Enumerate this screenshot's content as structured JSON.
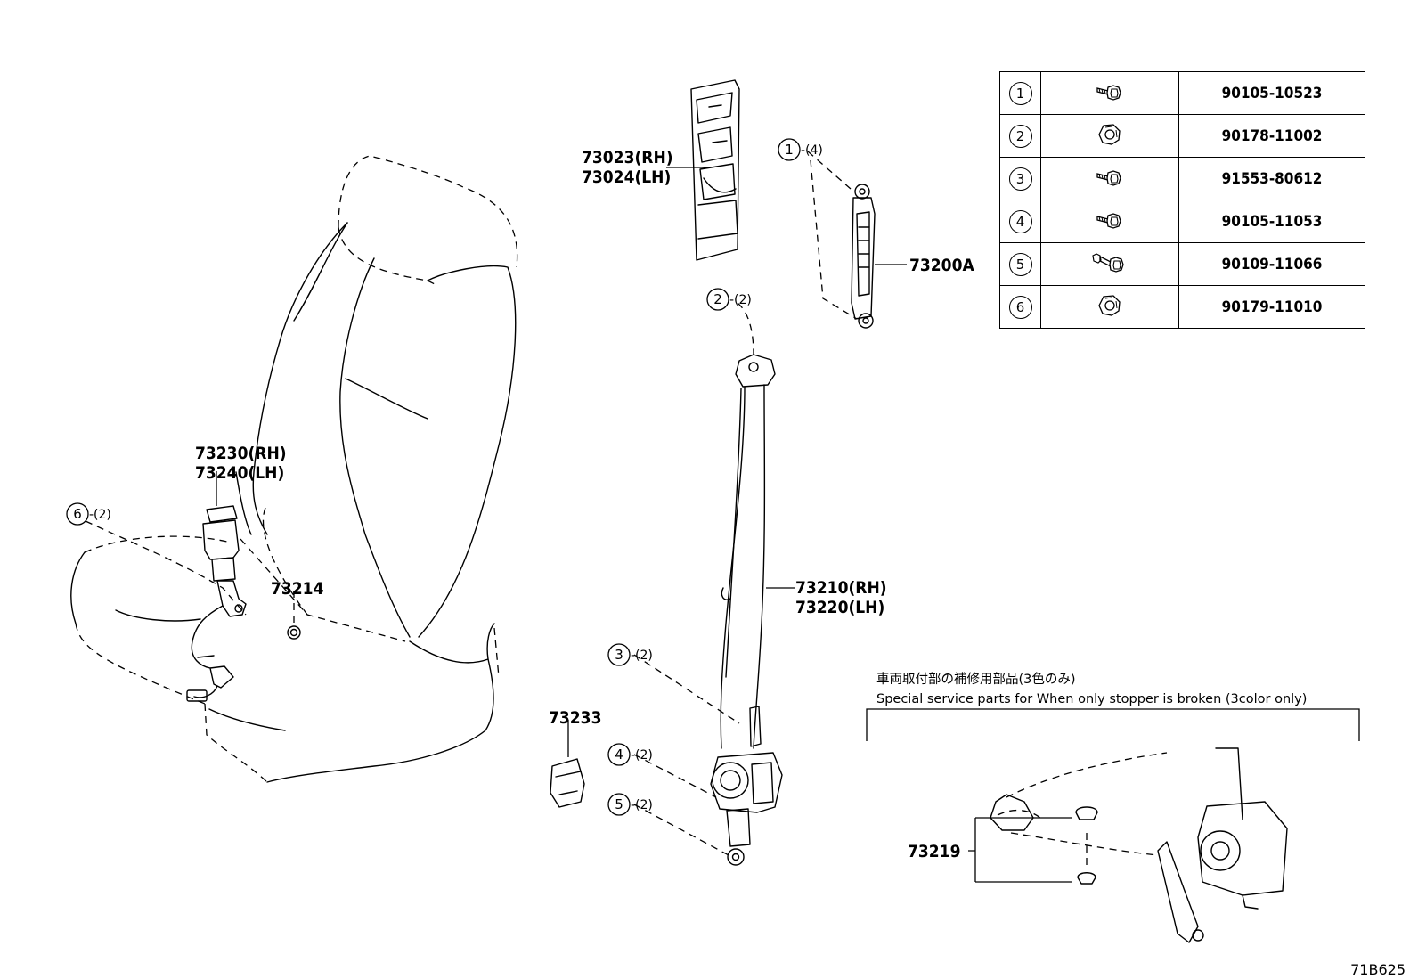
{
  "part_labels": {
    "cover": [
      "73023(RH)",
      "73024(LH)"
    ],
    "anchor_adjuster": "73200A",
    "seatbelt": [
      "73210(RH)",
      "73220(LH)"
    ],
    "buckle": [
      "73230(RH)",
      "73240(LH)"
    ],
    "grommet": "73214",
    "stopper": "73233",
    "service_part": "73219"
  },
  "callouts": [
    {
      "num": "1",
      "qty": "-(4)"
    },
    {
      "num": "2",
      "qty": "-(2)"
    },
    {
      "num": "3",
      "qty": "-(2)"
    },
    {
      "num": "4",
      "qty": "-(2)"
    },
    {
      "num": "5",
      "qty": "-(2)"
    },
    {
      "num": "6",
      "qty": "-(2)"
    }
  ],
  "fasteners": [
    {
      "num": "1",
      "icon": "flange-bolt-icon",
      "part_no": "90105-10523"
    },
    {
      "num": "2",
      "icon": "nut-icon",
      "part_no": "90178-11002"
    },
    {
      "num": "3",
      "icon": "flange-bolt-icon",
      "part_no": "91553-80612"
    },
    {
      "num": "4",
      "icon": "flange-bolt-icon",
      "part_no": "90105-11053"
    },
    {
      "num": "5",
      "icon": "step-bolt-icon",
      "part_no": "90109-11066"
    },
    {
      "num": "6",
      "icon": "nut-icon",
      "part_no": "90179-11010"
    }
  ],
  "service_note": {
    "jp": "車両取付部の補修用部品(3色のみ)",
    "en": "Special service parts for When only stopper is broken (3color only)"
  },
  "figure_id": "71B625"
}
